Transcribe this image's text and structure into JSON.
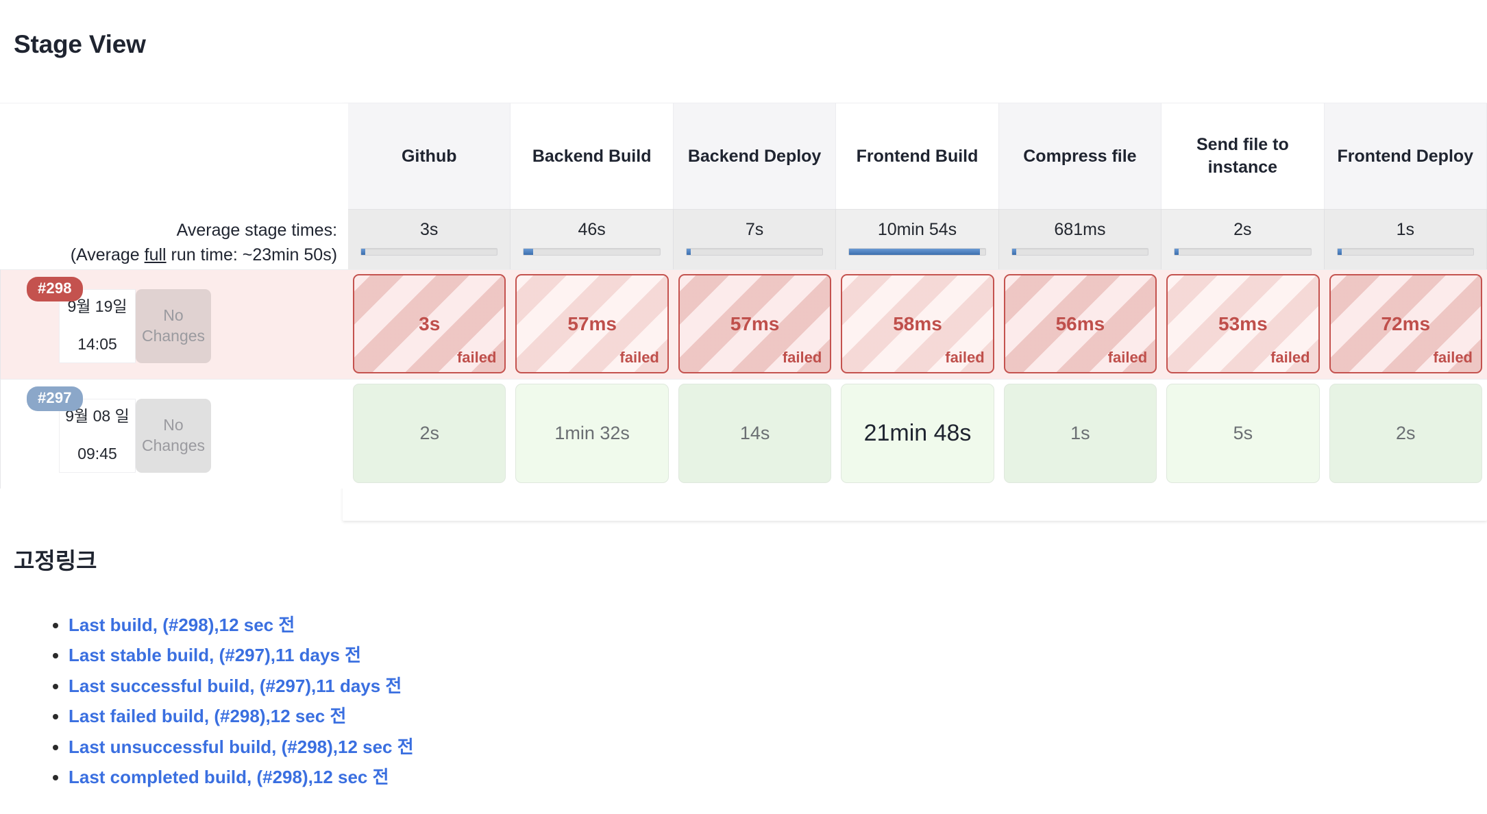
{
  "page_title": "Stage View",
  "stage_view": {
    "stages": [
      "Github",
      "Backend Build",
      "Backend Deploy",
      "Frontend Build",
      "Compress file",
      "Send file to instance",
      "Frontend Deploy"
    ],
    "average_label_line1": "Average stage times:",
    "average_label_line2_pre": "(Average ",
    "average_label_line2_underline": "full",
    "average_label_line2_post": " run time: ~23min 50s)",
    "average_times": [
      "3s",
      "46s",
      "7s",
      "10min 54s",
      "681ms",
      "2s",
      "1s"
    ],
    "average_bar_percent": [
      3,
      7,
      2,
      96,
      1,
      2,
      1
    ],
    "bar_color": "#4a7ebb",
    "builds": [
      {
        "number": "#298",
        "badge_color": "#c4524e",
        "status": "failed",
        "date": "9월 19일",
        "time": "14:05",
        "changes": "No Changes",
        "cells": [
          {
            "duration": "3s",
            "status": "failed"
          },
          {
            "duration": "57ms",
            "status": "failed"
          },
          {
            "duration": "57ms",
            "status": "failed"
          },
          {
            "duration": "58ms",
            "status": "failed"
          },
          {
            "duration": "56ms",
            "status": "failed"
          },
          {
            "duration": "53ms",
            "status": "failed"
          },
          {
            "duration": "72ms",
            "status": "failed"
          }
        ]
      },
      {
        "number": "#297",
        "badge_color": "#8ba7c9",
        "status": "success",
        "date": "9월 08 일",
        "time": "09:45",
        "changes": "No Changes",
        "cells": [
          {
            "duration": "2s",
            "status": "success"
          },
          {
            "duration": "1min 32s",
            "status": "success"
          },
          {
            "duration": "14s",
            "status": "success"
          },
          {
            "duration": "21min 48s",
            "status": "success",
            "longest": true
          },
          {
            "duration": "1s",
            "status": "success"
          },
          {
            "duration": "5s",
            "status": "success"
          },
          {
            "duration": "2s",
            "status": "success"
          }
        ]
      }
    ]
  },
  "permalinks": {
    "title": "고정링크",
    "items": [
      "Last build, (#298),12 sec 전",
      "Last stable build, (#297),11 days 전",
      "Last successful build, (#297),11 days 전",
      "Last failed build, (#298),12 sec 전",
      "Last unsuccessful build, (#298),12 sec 전",
      "Last completed build, (#298),12 sec 전"
    ]
  }
}
